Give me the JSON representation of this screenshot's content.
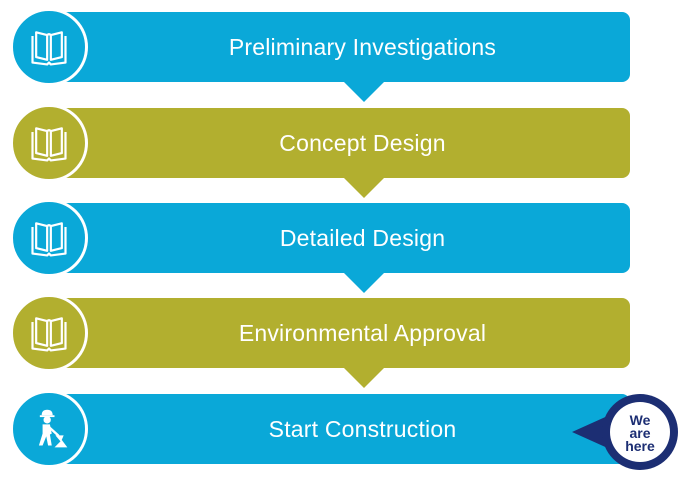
{
  "colors": {
    "blue": "#0aa8d8",
    "olive": "#b2af2f",
    "navy": "#1c2e73",
    "white": "#ffffff"
  },
  "steps": [
    {
      "label": "Preliminary Investigations",
      "color": "blue",
      "icon": "open-book-icon"
    },
    {
      "label": "Concept Design",
      "color": "olive",
      "icon": "open-book-icon"
    },
    {
      "label": "Detailed Design",
      "color": "blue",
      "icon": "open-book-icon"
    },
    {
      "label": "Environmental Approval",
      "color": "olive",
      "icon": "open-book-icon"
    },
    {
      "label": "Start Construction",
      "color": "blue",
      "icon": "construction-worker-icon"
    }
  ],
  "current_marker": {
    "lines": [
      "We",
      "are",
      "here"
    ],
    "step_index": 4
  }
}
